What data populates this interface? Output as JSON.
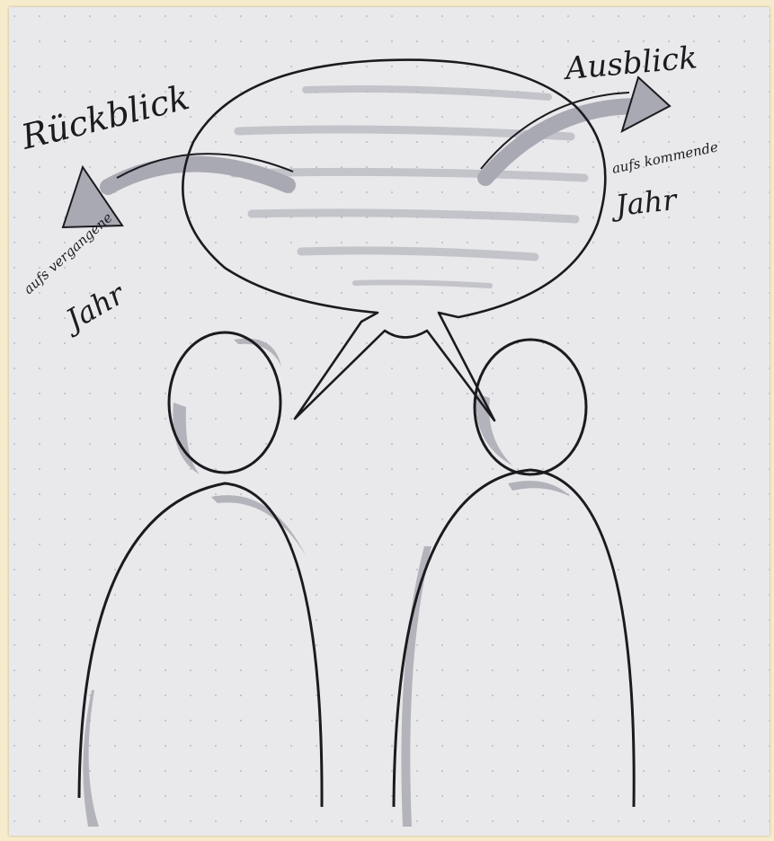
{
  "sketch": {
    "left_heading": "Rückblick",
    "left_caption": "aufs vergangene",
    "left_year": "Jahr",
    "right_heading": "Ausblick",
    "right_caption": "aufs kommende",
    "right_year": "Jahr"
  },
  "colors": {
    "backdrop": "#f6eccc",
    "paper": "#e9e9ec",
    "ink": "#1b1b1f",
    "marker_grey": "#a9a9b3",
    "dot_grid": "#b9b9c2"
  }
}
